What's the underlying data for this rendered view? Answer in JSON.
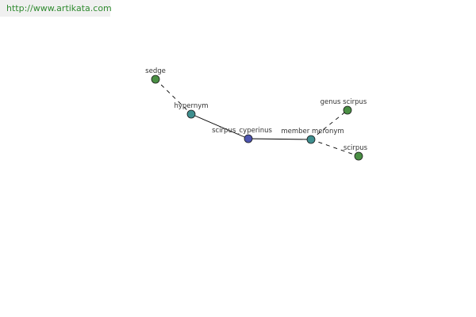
{
  "site": {
    "url_text": "http://www.artikata.com"
  },
  "colors": {
    "banner_background": "#f0f0f0",
    "banner_text": "#2f8a2f",
    "edge": "#000000",
    "focus_node": "#4d55b0",
    "relation_node": "#3f8f8f",
    "leaf_node": "#4a8f44"
  },
  "graph": {
    "nodes": {
      "sedge": {
        "label": "sedge",
        "kind": "leaf"
      },
      "hypernym": {
        "label": "hypernym",
        "kind": "relation"
      },
      "scirpus_cyperinus": {
        "label": "scirpus_cyperinus",
        "kind": "focus"
      },
      "member_meronym": {
        "label": "member meronym",
        "kind": "relation"
      },
      "genus_scirpus": {
        "label": "genus scirpus",
        "kind": "leaf"
      },
      "scirpus": {
        "label": "scirpus",
        "kind": "leaf"
      }
    },
    "edges": [
      {
        "from": "sedge",
        "to": "hypernym",
        "style": "dashed"
      },
      {
        "from": "hypernym",
        "to": "scirpus_cyperinus",
        "style": "solid"
      },
      {
        "from": "scirpus_cyperinus",
        "to": "member_meronym",
        "style": "solid"
      },
      {
        "from": "member_meronym",
        "to": "genus_scirpus",
        "style": "dashed"
      },
      {
        "from": "member_meronym",
        "to": "scirpus",
        "style": "dashed"
      }
    ]
  }
}
